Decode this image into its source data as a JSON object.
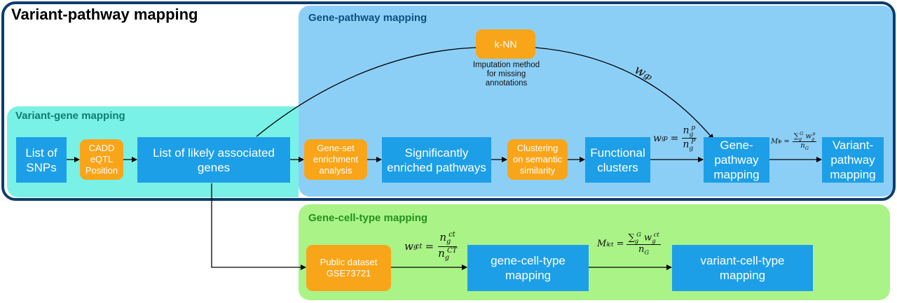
{
  "title": "Variant-pathway mapping",
  "regions": {
    "gene_pathway": "Gene-pathway mapping",
    "variant_gene": "Variant-gene mapping",
    "gene_celltype": "Gene-cell-type mapping"
  },
  "boxes": {
    "snps": "List of\nSNPs",
    "cadd": "CADD\neQTL\nPosition",
    "genes": "List of likely associated\ngenes",
    "geneset": "Gene-set\nenrichment\nanalysis",
    "sig_pathways": "Significantly\nenriched pathways",
    "clustering": "Clustering\non semantic\nsimilarity",
    "functional": "Functional\nclusters",
    "gene_pathway_map": "Gene-\npathway\nmapping",
    "variant_pathway_map": "Variant-\npathway\nmapping",
    "knn": "k-NN",
    "public_dataset": "Public dataset\nGSE73721",
    "gene_celltype_map": "gene-cell-type\nmapping",
    "variant_celltype_map": "variant-cell-type\nmapping"
  },
  "notes": {
    "imputation": "Imputation method\nfor missing\nannotations"
  },
  "formulas": {
    "wgp_curve": {
      "base": "w",
      "sub": "g",
      "sup": "p"
    },
    "wgp": {
      "lhs_base": "w",
      "lhs_sub": "g",
      "lhs_sup": "p",
      "eq": "=",
      "num_base": "n",
      "num_sub": "g",
      "num_sup": "p",
      "den_base": "n",
      "den_sub": "g",
      "den_sup": "P"
    },
    "mkp": {
      "lhs_base": "M",
      "lhs_sub": "k",
      "lhs_sup": "p",
      "eq": "=",
      "num": "∑",
      "num_sub": "g",
      "num_sup": "G",
      "num_var": "w",
      "num_var_sub": "g",
      "num_var_sup": "p",
      "den_base": "n",
      "den_sub": "G"
    },
    "wgct": {
      "lhs_base": "w",
      "lhs_sub": "g",
      "lhs_sup": "ct",
      "eq": "=",
      "num_base": "n",
      "num_sub": "g",
      "num_sup": "ct",
      "den_base": "n",
      "den_sub": "g",
      "den_sup": "CT"
    },
    "mkct": {
      "lhs_base": "M",
      "lhs_sub": "k",
      "lhs_sup": "ct",
      "eq": "=",
      "num": "∑",
      "num_sub": "g",
      "num_sup": "G",
      "num_var": "w",
      "num_var_sub": "g",
      "num_var_sup": "ct",
      "den_base": "n",
      "den_sub": "G"
    }
  },
  "colors": {
    "outer_border": "#0d3c6e",
    "gene_pathway_bg": "#8ccff6",
    "variant_gene_bg": "#79f1e6",
    "gene_celltype_bg": "#a9f387",
    "box_blue": "#1d9fe8",
    "box_orange": "#f9a51a",
    "title_dark_blue": "#0f4f7e",
    "title_teal": "#127d73",
    "title_green": "#24901f"
  }
}
